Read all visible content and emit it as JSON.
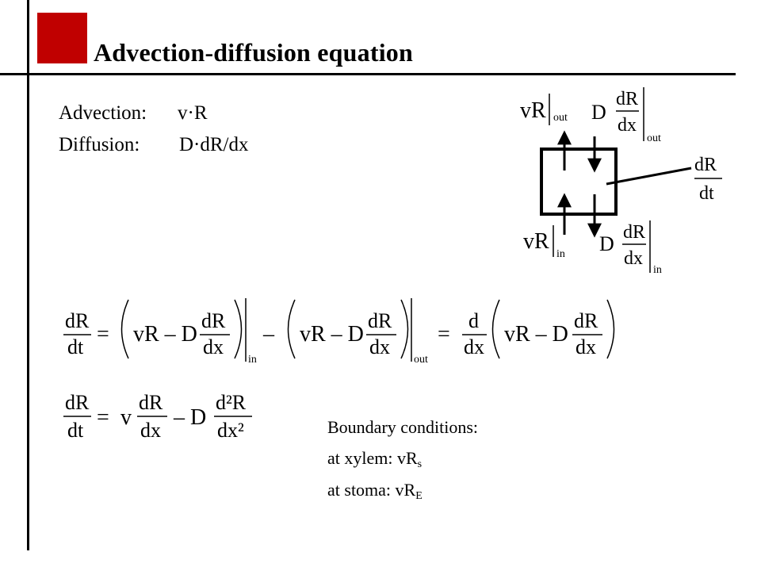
{
  "slide": {
    "title": "Advection-diffusion equation"
  },
  "definitions": {
    "advection_label": "Advection:",
    "advection_value": "v·R",
    "diffusion_label": "Diffusion:",
    "diffusion_value": "D·dR/dx"
  },
  "boundary": {
    "heading": "Boundary conditions:",
    "xylem_label": "at xylem:",
    "xylem_base": "vR",
    "xylem_sub": "s",
    "stoma_label": "at stoma:",
    "stoma_base": "vR",
    "stoma_sub": "E"
  },
  "diagram": {
    "vR": "vR",
    "D": "D",
    "dR": "dR",
    "dx": "dx",
    "dt": "dt",
    "out": "out",
    "in": "in"
  },
  "equations": {
    "dR": "dR",
    "dt": "dt",
    "dx": "dx",
    "d": "d",
    "eq": "=",
    "minus": "–",
    "vR_minus_D": "vR – D",
    "v": "v",
    "D": "D",
    "d2R": "d²R",
    "dx2": "dx²",
    "in": "in",
    "out": "out"
  },
  "colors": {
    "accent": "#c00000",
    "ink": "#000000"
  }
}
